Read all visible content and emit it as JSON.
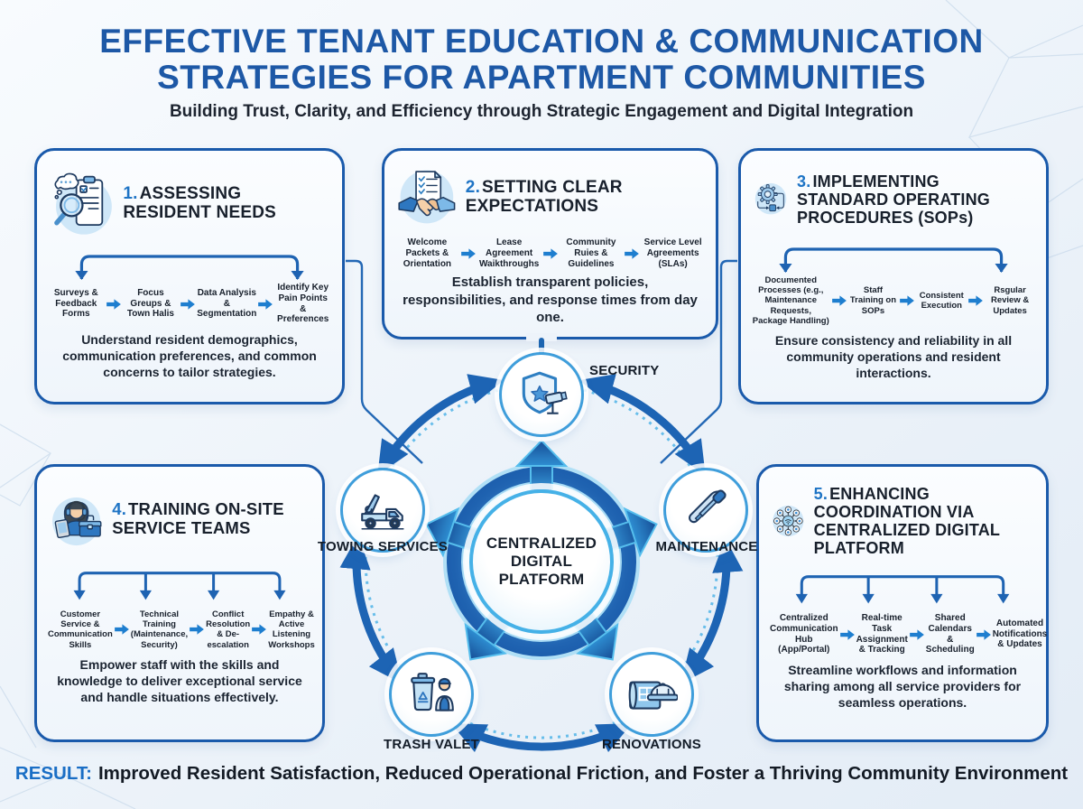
{
  "header": {
    "title_line1": "EFFECTIVE TENANT EDUCATION & COMMUNICATION",
    "title_line2": "STRATEGIES FOR APARTMENT COMMUNITIES",
    "subtitle": "Building Trust, Clarity, and Efficiency through Strategic Engagement and Digital Integration"
  },
  "cards": [
    {
      "number": "1.",
      "title": "ASSESSING RESIDENT NEEDS",
      "icon": "magnifier-clipboard-icon",
      "steps": [
        "Surveys & Feedback Forms",
        "Focus Greups & Town Halis",
        "Data Analysis & Segmentation",
        "Identify Key Pain Points & Preferences"
      ],
      "description": "Understand resident demographics, communication preferences, and common concerns to tailor strategies."
    },
    {
      "number": "2.",
      "title": "SETTING CLEAR EXPECTATIONS",
      "icon": "handshake-checklist-icon",
      "steps": [
        "Welcome Packets & Orientation",
        "Lease Agreement Waikthroughs",
        "Community Ruies & Guidelines",
        "Service Level Agreements (SLAs)"
      ],
      "description": "Establish transparent policies, responsibilities, and response times from day one."
    },
    {
      "number": "3.",
      "title": "IMPLEMENTING STANDARD OPERATING PROCEDURES (SOPs)",
      "icon": "gear-process-icon",
      "steps": [
        "Documented Processes (e.g., Maintenance Requests, Package Handling)",
        "Staff Training on SOPs",
        "Consistent Execution",
        "Rsgular Review & Updates"
      ],
      "description": "Ensure consistency and reliability in all community operations and resident interactions."
    },
    {
      "number": "4.",
      "title": "TRAINING ON-SITE SERVICE TEAMS",
      "icon": "support-agent-toolbox-icon",
      "steps": [
        "Customer Service & Communication Skills",
        "Technical Training (Maintenance, Security)",
        "Conflict Resolution & De-escalation",
        "Empathy & Active Listening Workshops"
      ],
      "description": "Empower staff with the skills and knowledge to deliver exceptional service and handle situations effectively."
    },
    {
      "number": "5.",
      "title": "ENHANCING COORDINATION VIA CENTRALIZED DIGITAL PLATFORM",
      "icon": "network-hub-icon",
      "steps": [
        "Centralized Communication Hub (App/Portal)",
        "Real-time Task Assignment & Tracking",
        "Shared Calendars & Scheduling",
        "Automated Notifications & Updates"
      ],
      "description": "Streamline workflows and information sharing among all service providers for seamless operations."
    }
  ],
  "hub": {
    "line1": "CENTRALIZED",
    "line2": "DIGITAL",
    "line3": "PLATFORM"
  },
  "satellites": [
    {
      "label": "SECURITY",
      "icon": "shield-camera-icon"
    },
    {
      "label": "TOWING SERVICES",
      "icon": "tow-truck-icon"
    },
    {
      "label": "MAINTENANCE",
      "icon": "wrench-screwdriver-icon"
    },
    {
      "label": "TRASH VALET",
      "icon": "trash-bin-valet-icon"
    },
    {
      "label": "RENOVATIONS",
      "icon": "blueprint-hardhat-icon"
    }
  ],
  "result": {
    "label": "RESULT:",
    "text": "Improved Resident Satisfaction, Reduced Operational Friction, and Foster a Thriving Community Environment"
  },
  "colors": {
    "title_blue": "#1d58a6",
    "accent_blue": "#1e74c5",
    "card_border": "#1a5aab",
    "arrow_blue": "#1d64b4",
    "cyan_accent": "#49b4e8",
    "navy_text": "#18202c"
  }
}
